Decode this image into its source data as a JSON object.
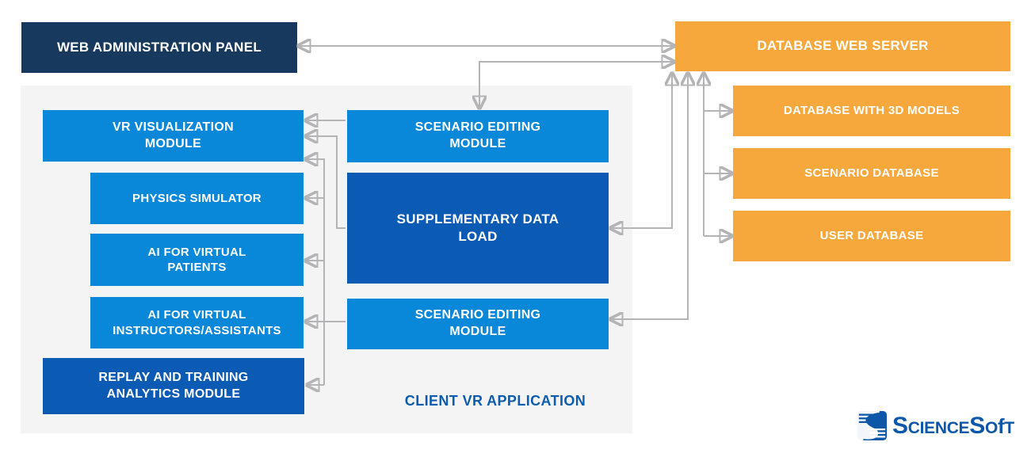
{
  "colors": {
    "navy": "#17395e",
    "blue": "#0988d9",
    "blue_dark": "#0b5ab4",
    "orange": "#f7a83c",
    "wire": "#b4b4b6",
    "container_bg": "#f4f4f5",
    "label_blue": "#0d5cad",
    "logo_blue": "#0d57a8",
    "text_white": "#ffffff"
  },
  "nodes": {
    "web_admin_panel": {
      "label": "WEB ADMINISTRATION PANEL"
    },
    "database_web_server": {
      "label": "DATABASE WEB SERVER"
    },
    "database_3d_models": {
      "label": "DATABASE WITH 3D MODELS"
    },
    "scenario_database": {
      "label": "SCENARIO DATABASE"
    },
    "user_database": {
      "label": "USER DATABASE"
    },
    "vr_visualization_module": {
      "label": "VR VISUALIZATION\nMODULE"
    },
    "physics_simulator": {
      "label": "PHYSICS SIMULATOR"
    },
    "ai_virtual_patients": {
      "label": "AI FOR VIRTUAL\nPATIENTS"
    },
    "ai_virtual_instructors": {
      "label": "AI FOR VIRTUAL\nINSTRUCTORS/ASSISTANTS"
    },
    "replay_training_analytics": {
      "label": "REPLAY AND TRAINING\nANALYTICS MODULE"
    },
    "scenario_editing_module_top": {
      "label": "SCENARIO EDITING\nMODULE"
    },
    "supplementary_data_load": {
      "label": "SUPPLEMENTARY DATA\nLOAD"
    },
    "scenario_editing_module_bottom": {
      "label": "SCENARIO EDITING\nMODULE"
    }
  },
  "container_label": "CLIENT VR APPLICATION",
  "logo": {
    "name": "ScienceSoft",
    "segments": [
      {
        "t": "S"
      },
      {
        "t": "CIENCE"
      },
      {
        "t": "S"
      },
      {
        "t": "O"
      },
      {
        "t": "f"
      },
      {
        "t": "T"
      }
    ]
  }
}
